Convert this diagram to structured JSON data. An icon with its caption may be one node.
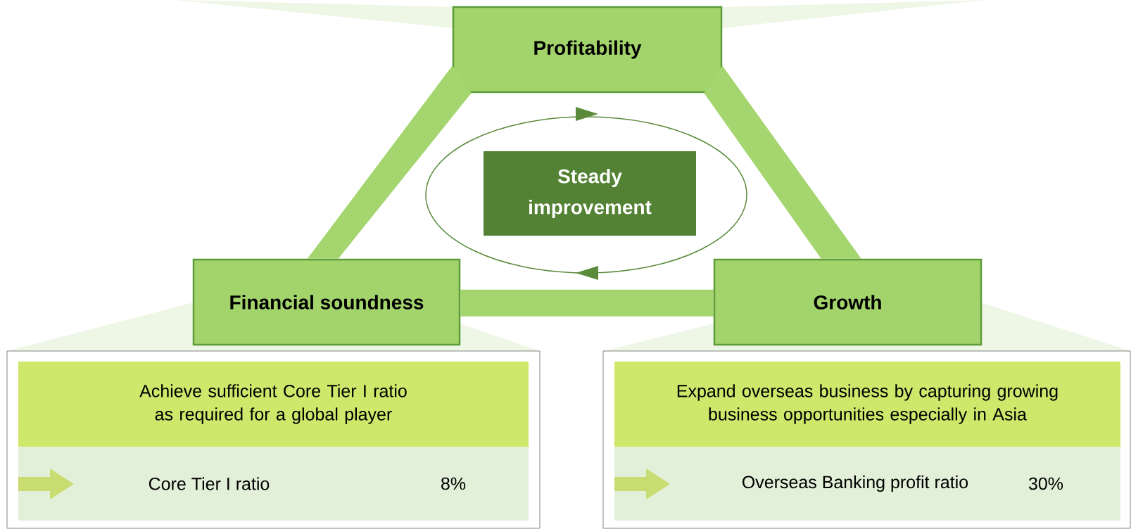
{
  "diagram": {
    "nodes": [
      {
        "text": [
          "Profitability"
        ]
      },
      {
        "text": [
          "Steady improvement"
        ]
      },
      {
        "text": [
          "Financial soundness"
        ]
      },
      {
        "text": [
          "Growth"
        ]
      },
      {
        "text": [],
        "shape": "box"
      },
      {
        "text": [
          "Achieve sufficient Core Tier I ratio as required for a global player"
        ],
        "in": 4
      },
      {
        "text": [
          "Core Tier I ratio",
          "8%"
        ],
        "in": 4
      },
      {
        "text": [],
        "shape": "box"
      },
      {
        "text": [
          "Expand overseas business by capturing growing business opportunities especially in Asia"
        ],
        "in": 7
      },
      {
        "text": [
          "Overseas Banking profit ratio",
          "30%"
        ],
        "in": 7
      }
    ],
    "edges": [
      {
        "from": 0,
        "to": 2,
        "arrow": "none",
        "style": "thick"
      },
      {
        "from": 0,
        "to": 3,
        "arrow": "none",
        "style": "thick"
      },
      {
        "from": 2,
        "to": 3,
        "arrow": "none",
        "style": "thick"
      }
    ]
  }
}
